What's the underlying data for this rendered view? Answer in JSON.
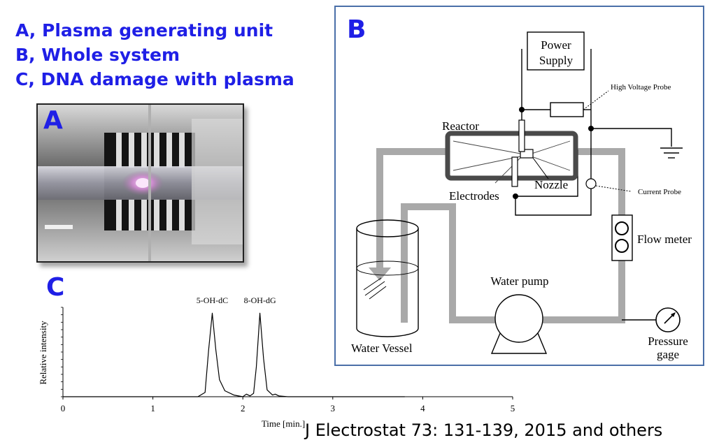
{
  "legend": {
    "line_a": "A, Plasma generating unit",
    "line_b": "B, Whole system",
    "line_c": "C, DNA damage with plasma"
  },
  "panels": {
    "a": "A",
    "b": "B",
    "c": "C"
  },
  "diagram": {
    "power_supply_line1": "Power",
    "power_supply_line2": "Supply",
    "high_voltage_probe": "High Voltage Probe",
    "reactor": "Reactor",
    "electrodes": "Electrodes",
    "nozzle": "Nozzle",
    "current_probe": "Current Probe",
    "flow_meter": "Flow meter",
    "water_pump": "Water pump",
    "water_vessel": "Water Vessel",
    "pressure_line1": "Pressure",
    "pressure_line2": "gage"
  },
  "chart_data": {
    "type": "line",
    "xlabel": "Time [min.]",
    "ylabel": "Relative intensity",
    "xlim": [
      0,
      5
    ],
    "xticks": [
      0,
      1,
      2,
      3,
      4,
      5
    ],
    "peak_labels": [
      {
        "text": "5-OH-dC",
        "x": 1.66
      },
      {
        "text": "8-OH-dG",
        "x": 2.19
      }
    ],
    "series": [
      {
        "x": [
          0.0,
          0.5,
          1.0,
          1.5,
          1.58,
          1.62,
          1.66,
          1.7,
          1.74,
          1.8,
          1.9,
          2.0,
          2.04,
          2.08,
          2.12,
          2.15,
          2.19,
          2.23,
          2.27,
          2.3,
          2.33,
          2.36,
          2.4,
          2.5,
          3.0,
          3.5,
          3.8
        ],
        "y": [
          0,
          0,
          0,
          0,
          0.05,
          0.55,
          0.98,
          0.55,
          0.2,
          0.07,
          0.02,
          0,
          0.03,
          0.01,
          0.04,
          0.35,
          0.98,
          0.45,
          0.08,
          0.05,
          0.02,
          0.03,
          0.01,
          0,
          0,
          0,
          0
        ]
      }
    ]
  },
  "citation": "J Electrostat 73: 131-139, 2015 and others"
}
